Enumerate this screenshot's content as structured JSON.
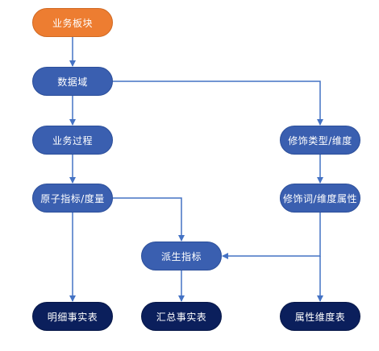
{
  "nodes": {
    "business_block": "业务板块",
    "data_domain": "数据域",
    "business_process": "业务过程",
    "atomic_metric": "原子指标/度量",
    "modifier_type": "修饰类型/维度",
    "modifier_word": "修饰词/维度属性",
    "derived_metric": "派生指标",
    "detail_fact": "明细事实表",
    "summary_fact": "汇总事实表",
    "attr_dim": "属性维度表"
  },
  "colors": {
    "top_node": "#ed7d31",
    "mid_node": "#3a5fb0",
    "output_node": "#0b1f5c",
    "edge": "#4472c4"
  }
}
